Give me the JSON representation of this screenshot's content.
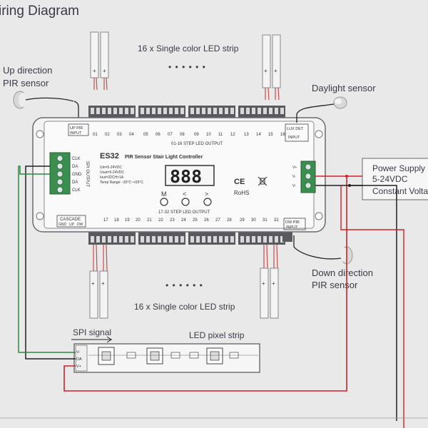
{
  "title": "iring Diagram",
  "strip_label_top": "16 x Single color LED strip",
  "strip_label_bottom": "16 x Single color LED strip",
  "dots": "• • • • • •",
  "up_sensor": [
    "Up direction",
    "PIR sensor"
  ],
  "daylight_sensor": "Daylight sensor",
  "down_sensor": [
    "Down direction",
    "PIR sensor"
  ],
  "power_supply": [
    "Power Supply",
    "5-24VDC",
    "Constant Voltag"
  ],
  "spi_signal": "SPI signal",
  "led_pixel_strip": "LED pixel strip",
  "controller": {
    "model": "ES32",
    "name": "PIR Sensor Stair Light Controller",
    "specs": [
      "Uin=5-24VDC",
      "Uout=5-24VDC",
      "Iout=32CH×1A",
      "Temp Range: -30°C~+55°C"
    ],
    "display": "888",
    "buttons": [
      "M",
      "<",
      ">"
    ],
    "marks": [
      "CE",
      "RoHS"
    ],
    "up_pir_input": [
      "UP PIR",
      "INPUT"
    ],
    "lux_det_input": [
      "LUX DET",
      "INPUT"
    ],
    "dw_pir_input": [
      "DW PIR",
      "INPUT"
    ],
    "output_top": "01-16 STEP LED OUTPUT",
    "output_bottom": "17-32 STEP LED OUTPUT",
    "channels_top": [
      "01",
      "02",
      "03",
      "04",
      "05",
      "06",
      "07",
      "08",
      "09",
      "10",
      "11",
      "12",
      "13",
      "14",
      "15",
      "16"
    ],
    "channels_bottom": [
      "17",
      "18",
      "19",
      "20",
      "21",
      "22",
      "23",
      "24",
      "25",
      "26",
      "27",
      "28",
      "29",
      "30",
      "31",
      "32"
    ],
    "spi_pins": [
      "CLK",
      "DA",
      "GND",
      "DA",
      "CLK"
    ],
    "spi_output": "SPI OUTPUT",
    "cascade": [
      "CASCADE",
      "GND",
      "UP",
      "DW"
    ],
    "power_pins": [
      "V+",
      "V-",
      "V-"
    ]
  },
  "pixel_pins": [
    "V-",
    "DA",
    "V+"
  ],
  "colors": {
    "positive_wire": "#d4202a",
    "signal_wire": "#1f1f24",
    "ground_wire": "#2b8a3e",
    "terminal_green": "#3a8f4e"
  }
}
